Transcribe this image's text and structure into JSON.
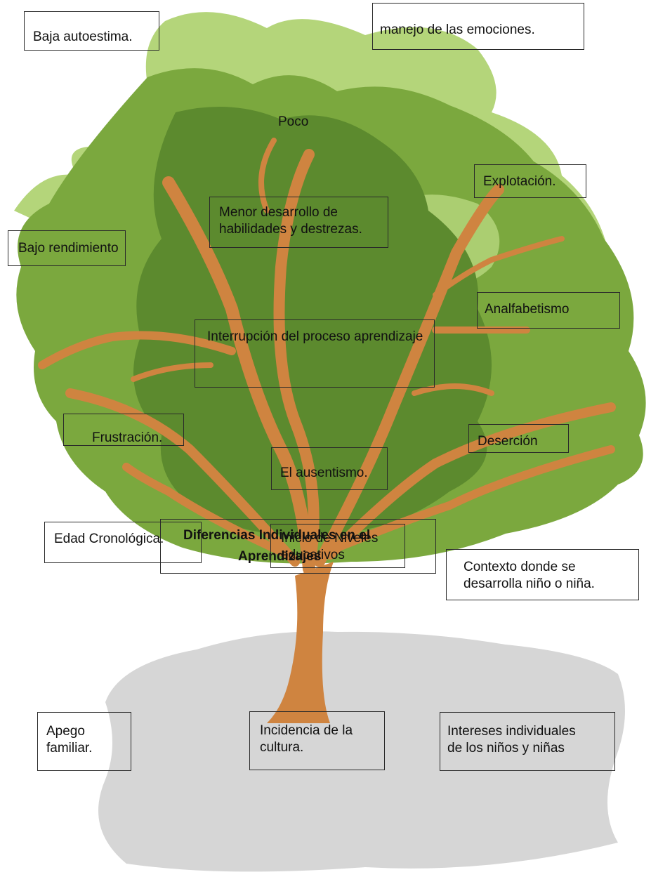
{
  "labels": {
    "baja_autoestima": "Baja autoestima.",
    "manejo_emociones": "manejo de las  emociones.",
    "poco": "Poco",
    "explotacion": "Explotación.",
    "menor_desarrollo": [
      "Menor desarrollo de",
      "habilidades y destrezas."
    ],
    "bajo_rendimiento": "Bajo rendimiento",
    "analfabetismo": "Analfabetismo",
    "interrupcion": "Interrupción del proceso aprendizaje",
    "frustracion": "Frustración.",
    "desercion": "Deserción",
    "ausentismo": "El ausentismo.",
    "titulo": [
      "Diferencias Individuales en el",
      "Aprendizajes"
    ],
    "contexto": [
      "Contexto donde se",
      "desarrolla niño o niña."
    ],
    "edad": "Edad Cronológica.",
    "inicio_niveles": [
      "Inicio de Niveles",
      "educativos"
    ],
    "apego": [
      "Apego",
      "familiar."
    ],
    "cultura": [
      "Incidencia de la",
      "cultura."
    ],
    "intereses": [
      "Intereses individuales",
      "de los niños y niñas"
    ]
  },
  "colors": {
    "canopy_light": "#b4d57a",
    "canopy_mid": "#7ba83e",
    "canopy_dark": "#5c8a2e",
    "branch": "#cf8440",
    "shadow": "#d6d6d6"
  }
}
